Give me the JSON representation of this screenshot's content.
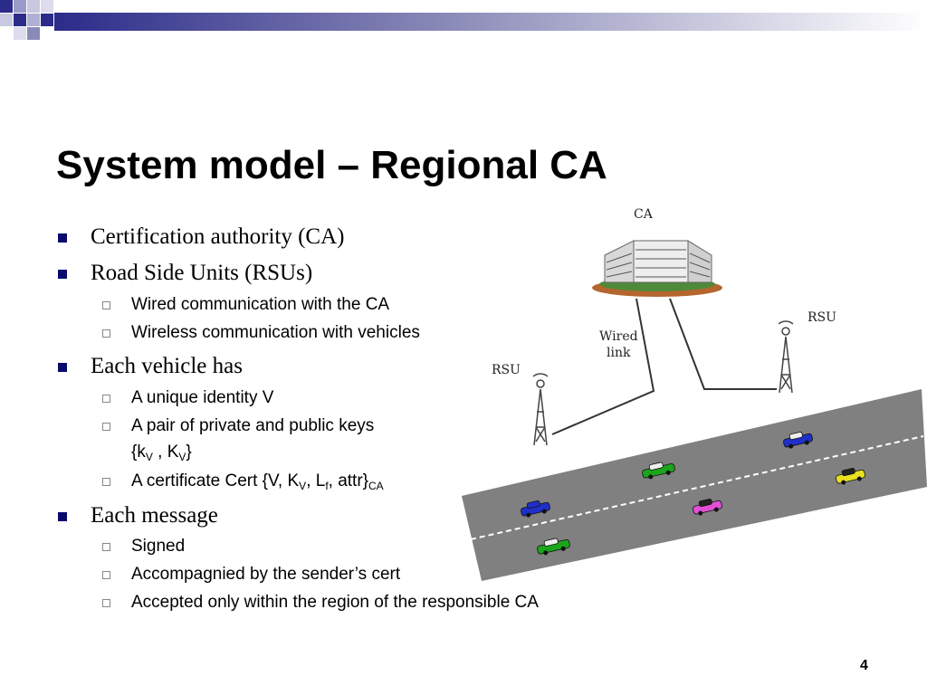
{
  "title": "System model – Regional CA",
  "bullets": {
    "b1": "Certification authority (CA)",
    "b2": "Road Side Units (RSUs)",
    "b2_1": "Wired communication with the CA",
    "b2_2": "Wireless communication with vehicles",
    "b3": "Each vehicle has",
    "b3_1": "A unique identity V",
    "b3_2": "A pair of private and public keys",
    "b3_2b_open": "{k",
    "b3_2b_sub1": "V",
    "b3_2b_mid": " , K",
    "b3_2b_sub2": "V",
    "b3_2b_close": "}",
    "b3_3_a": "A certificate Cert {V, K",
    "b3_3_sub1": "V",
    "b3_3_b": ", L",
    "b3_3_sub2": "f",
    "b3_3_c": ", attr}",
    "b3_3_sub3": "CA",
    "b4": "Each message",
    "b4_1": "Signed",
    "b4_2": "Accompagnied by the sender’s cert",
    "b4_3": "Accepted only within the region of the responsible CA"
  },
  "figure": {
    "ca_label": "CA",
    "rsu_left_label": "RSU",
    "rsu_right_label": "RSU",
    "wired_label_1": "Wired",
    "wired_label_2": "link",
    "road_color": "#808080",
    "car_colors": [
      "#1f2fc8",
      "#1aa51a",
      "#1f2fc8",
      "#e24fd6",
      "#e8e020",
      "#1aa51a"
    ]
  },
  "page_number": "4",
  "colors": {
    "bullet": "#0a0a6e",
    "accent": "#2b2b8a"
  }
}
